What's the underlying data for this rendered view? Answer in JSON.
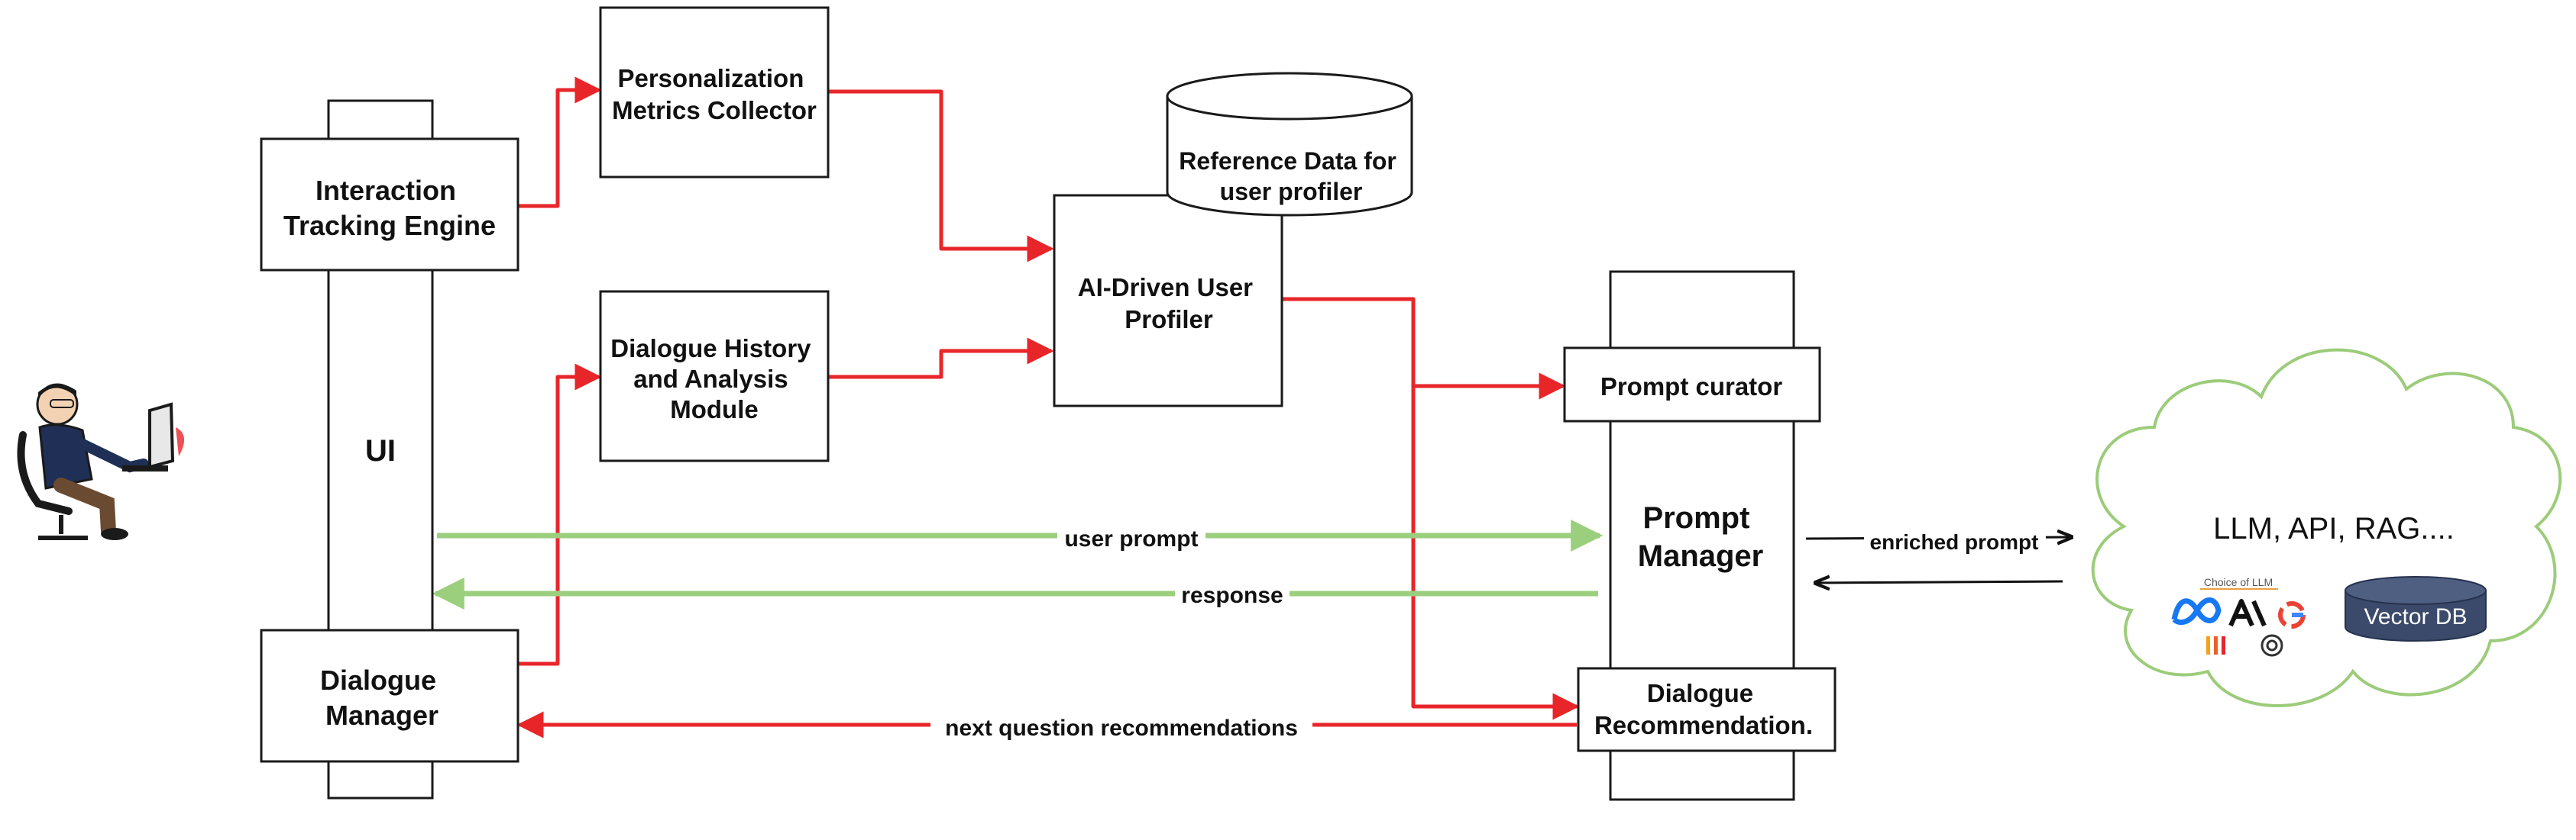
{
  "components": {
    "ui": "UI",
    "interaction_tracking_engine": [
      "Interaction",
      "Tracking Engine"
    ],
    "dialogue_manager": [
      "Dialogue",
      "Manager"
    ],
    "personalization_metrics_collector": [
      "Personalization",
      "Metrics Collector"
    ],
    "dialogue_history_analysis_module": [
      "Dialogue History",
      "and Analysis",
      "Module"
    ],
    "reference_data": [
      "Reference Data for",
      "user profiler"
    ],
    "ai_user_profiler": [
      "AI-Driven User",
      "Profiler"
    ],
    "prompt_curator": "Prompt curator",
    "prompt_manager": [
      "Prompt",
      "Manager"
    ],
    "dialogue_recommendation": [
      "Dialogue",
      "Recommendation."
    ]
  },
  "edge_labels": {
    "user_prompt": "user prompt",
    "response": "response",
    "next_question_recommendations": "next question recommendations",
    "enriched_prompt": "enriched prompt"
  },
  "cloud": {
    "title": "LLM, API, RAG....",
    "choice_caption": "Choice of LLM",
    "vector_db": "Vector DB",
    "provider_icons": [
      "meta-icon",
      "anthropic-icon",
      "google-icon",
      "mistral-icon",
      "openai-icon"
    ]
  },
  "colors": {
    "red_flow": "#e8262a",
    "green_flow": "#9bcf7e",
    "cloud_border": "#9ccc7a",
    "vector_db_fill": "#3b4a6b"
  },
  "icons": {
    "user": "user-at-computer-icon"
  }
}
